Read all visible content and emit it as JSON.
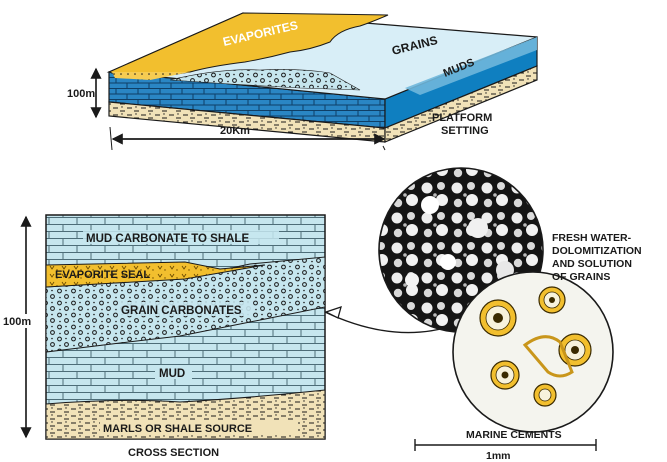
{
  "platform": {
    "labels": {
      "evaporites": "EVAPORITES",
      "grains": "GRAINS",
      "muds": "MUDS",
      "platform_line1": "PLATFORM",
      "platform_line2": "SETTING"
    },
    "scale_vertical": "100m",
    "scale_horizontal": "20Km"
  },
  "cross_section": {
    "scale_vertical": "100m",
    "layers": {
      "mud_to_shale": "MUD CARBONATE TO SHALE",
      "evaporite_seal": "EVAPORITE SEAL",
      "grain_carbonates": "GRAIN CARBONATES",
      "mud": "MUD",
      "marls": "MARLS OR SHALE SOURCE"
    },
    "caption": "CROSS SECTION"
  },
  "microscope": {
    "upper_label_lines": [
      "FRESH WATER-",
      "DOLOMITIZATION",
      "AND SOLUTION",
      "OF GRAINS"
    ],
    "lower_label": "MARINE CEMENTS",
    "scale": "1mm"
  },
  "colors": {
    "carbonate_blue": "#c6e6ee",
    "deep_blue": "#2a86c4",
    "evaporite_yellow": "#f2bf2e",
    "sand": "#f1e2b8",
    "line": "#1a1a1a"
  }
}
